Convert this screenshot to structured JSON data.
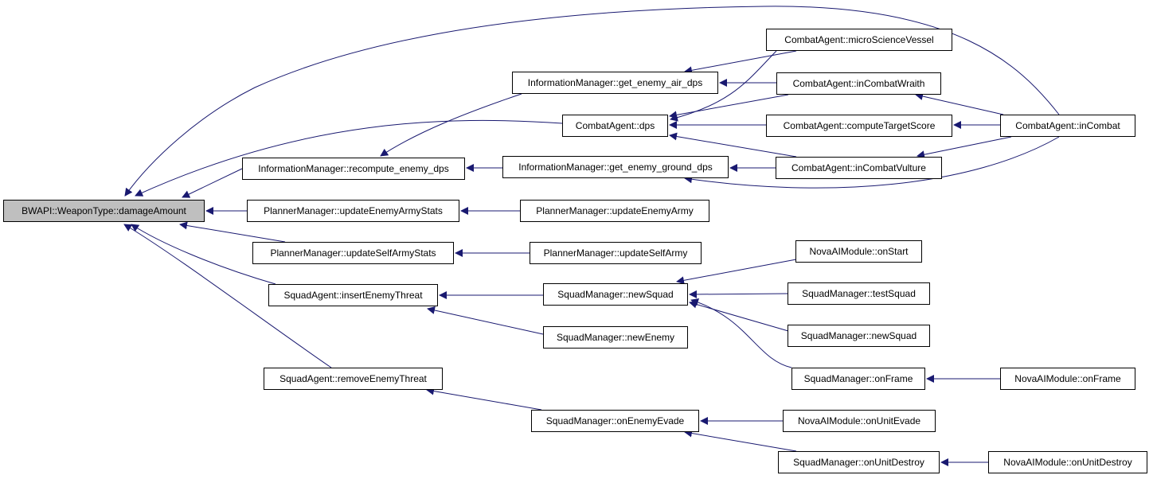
{
  "colors": {
    "edge": "#191970",
    "root_fill": "#bfbfbf",
    "node_fill": "#ffffff",
    "node_border": "#000000"
  },
  "nodes": {
    "damage_amount": "BWAPI::WeaponType::damageAmount",
    "recompute_enemy_dps": "InformationManager::recompute_enemy_dps",
    "update_enemy_army_stats": "PlannerManager::updateEnemyArmyStats",
    "update_self_army_stats": "PlannerManager::updateSelfArmyStats",
    "insert_enemy_threat": "SquadAgent::insertEnemyThreat",
    "remove_enemy_threat": "SquadAgent::removeEnemyThreat",
    "get_enemy_air_dps": "InformationManager::get_enemy_air_dps",
    "combat_dps": "CombatAgent::dps",
    "get_enemy_ground_dps": "InformationManager::get_enemy_ground_dps",
    "update_enemy_army": "PlannerManager::updateEnemyArmy",
    "update_self_army": "PlannerManager::updateSelfArmy",
    "new_squad_mid": "SquadManager::newSquad",
    "new_enemy": "SquadManager::newEnemy",
    "on_enemy_evade": "SquadManager::onEnemyEvade",
    "micro_science_vessel": "CombatAgent::microScienceVessel",
    "in_combat_wraith": "CombatAgent::inCombatWraith",
    "compute_target_score": "CombatAgent::computeTargetScore",
    "in_combat_vulture": "CombatAgent::inCombatVulture",
    "nova_on_start": "NovaAIModule::onStart",
    "test_squad": "SquadManager::testSquad",
    "new_squad_right": "SquadManager::newSquad",
    "on_frame": "SquadManager::onFrame",
    "nova_on_unit_evade": "NovaAIModule::onUnitEvade",
    "on_unit_destroy": "SquadManager::onUnitDestroy",
    "in_combat": "CombatAgent::inCombat",
    "nova_on_frame": "NovaAIModule::onFrame",
    "nova_on_unit_destroy": "NovaAIModule::onUnitDestroy"
  }
}
